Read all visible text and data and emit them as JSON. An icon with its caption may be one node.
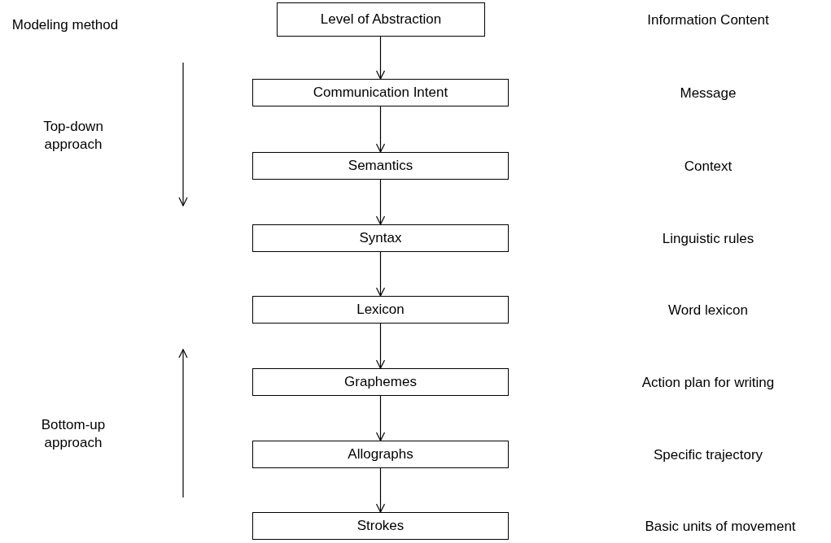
{
  "diagram": {
    "nodes": [
      {
        "text": [
          "Level of Abstraction"
        ]
      },
      {
        "text": [
          "Communication Intent"
        ]
      },
      {
        "text": [
          "Semantics"
        ]
      },
      {
        "text": [
          "Syntax"
        ]
      },
      {
        "text": [
          "Lexicon"
        ]
      },
      {
        "text": [
          "Graphemes"
        ]
      },
      {
        "text": [
          "Allographs"
        ]
      },
      {
        "text": [
          "Strokes"
        ]
      }
    ],
    "edges": [
      {
        "from": 0,
        "to": 1,
        "arrow": "to"
      },
      {
        "from": 1,
        "to": 2,
        "arrow": "to"
      },
      {
        "from": 2,
        "to": 3,
        "arrow": "to"
      },
      {
        "from": 3,
        "to": 4,
        "arrow": "to"
      },
      {
        "from": 4,
        "to": 5,
        "arrow": "to"
      },
      {
        "from": 5,
        "to": 6,
        "arrow": "to"
      },
      {
        "from": 6,
        "to": 7,
        "arrow": "to"
      }
    ],
    "labels": [
      "Modeling method",
      "Information Content",
      "Message",
      "Top-down approach",
      "Context",
      "Linguistic rules",
      "Word lexicon",
      "Action plan for writing",
      "Bottom-up approach",
      "Specific trajectory",
      "Basic units of movement"
    ]
  }
}
